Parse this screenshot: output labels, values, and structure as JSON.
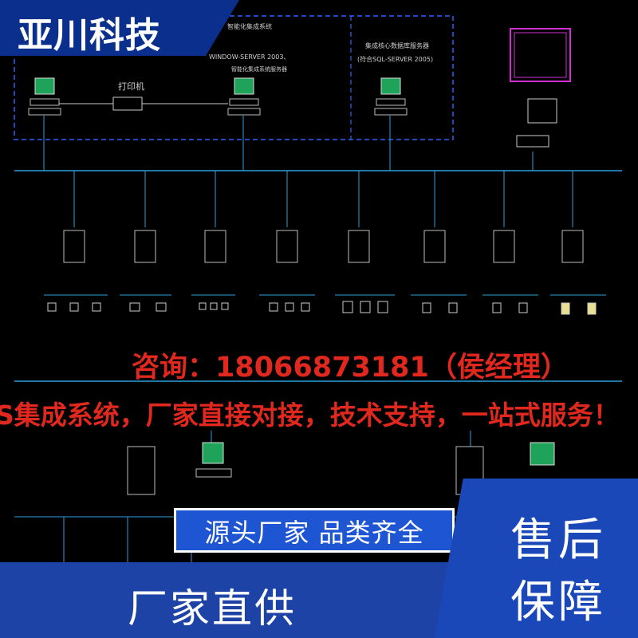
{
  "brand": {
    "name": "亚川科技"
  },
  "diagram": {
    "header_left": [
      "智能化集成系统",
      "WINDOW-SERVER 2003、",
      "智能化集成系统服务器"
    ],
    "header_right": [
      "集成核心数据库服务器",
      "(符合SQL-SERVER 2005)"
    ],
    "printer_label": "打印机"
  },
  "overlay": {
    "contact": "咨询：18066873181（侯经理）",
    "service": "S集成系统，厂家直接对接，技术支持，一站式服务！"
  },
  "badge": {
    "text": "源头厂家  品类齐全"
  },
  "bottom": {
    "text": "厂家直供"
  },
  "corner": {
    "line1": "售后",
    "line2": "保障"
  },
  "colors": {
    "brand_blue": "#0b2f8c",
    "accent_red": "#e0281e",
    "band_blue": "#1e43a6",
    "diagram_line": "#2aa0d8"
  }
}
